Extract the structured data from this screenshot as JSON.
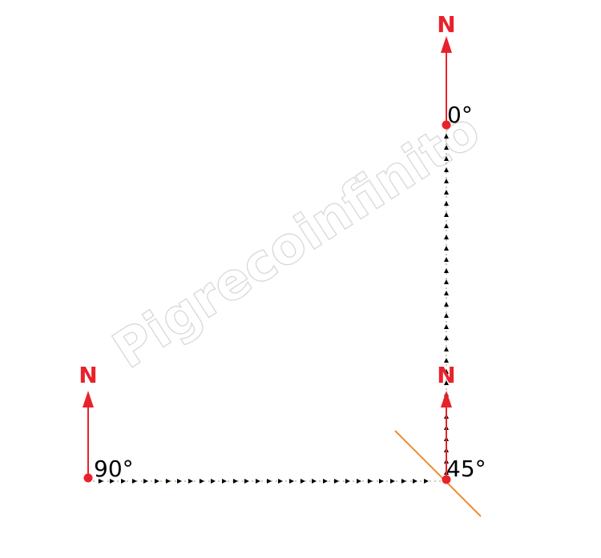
{
  "colors": {
    "north": "#e8222b",
    "path_line": "#9a9a6a",
    "path_arrow": "#000000",
    "reference_line": "#f08a30",
    "watermark": "#d8d8d8"
  },
  "watermark_text": "Pigrecoinfinito",
  "north_label": "N",
  "points": [
    {
      "id": "top",
      "angle_label": "0°"
    },
    {
      "id": "bottom-right",
      "angle_label": "45°"
    },
    {
      "id": "bottom-left",
      "angle_label": "90°"
    }
  ]
}
